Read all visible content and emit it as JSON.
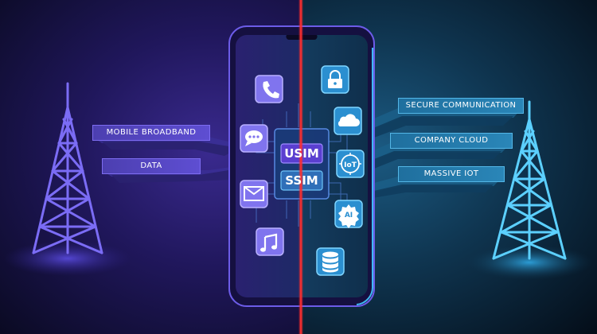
{
  "labels": {
    "mobile_broadband": "MOBILE BROADBAND",
    "data": "DATA",
    "secure_communication": "SECURE COMMUNICATION",
    "company_cloud": "COMPANY CLOUD",
    "massive_iot": "MASSIVE IOT"
  },
  "sim": {
    "usim": "USIM",
    "ssim": "SSIM"
  },
  "icon_text": {
    "iot": "IoT",
    "ai": "AI"
  },
  "colors": {
    "left_accent": "#6d5cf0",
    "right_accent": "#2fa9e6",
    "divider": "#ff2a2a"
  },
  "icons": [
    "phone-icon",
    "chat-icon",
    "mail-icon",
    "music-icon",
    "lock-icon",
    "cloud-icon",
    "iot-icon",
    "ai-icon",
    "database-icon"
  ]
}
